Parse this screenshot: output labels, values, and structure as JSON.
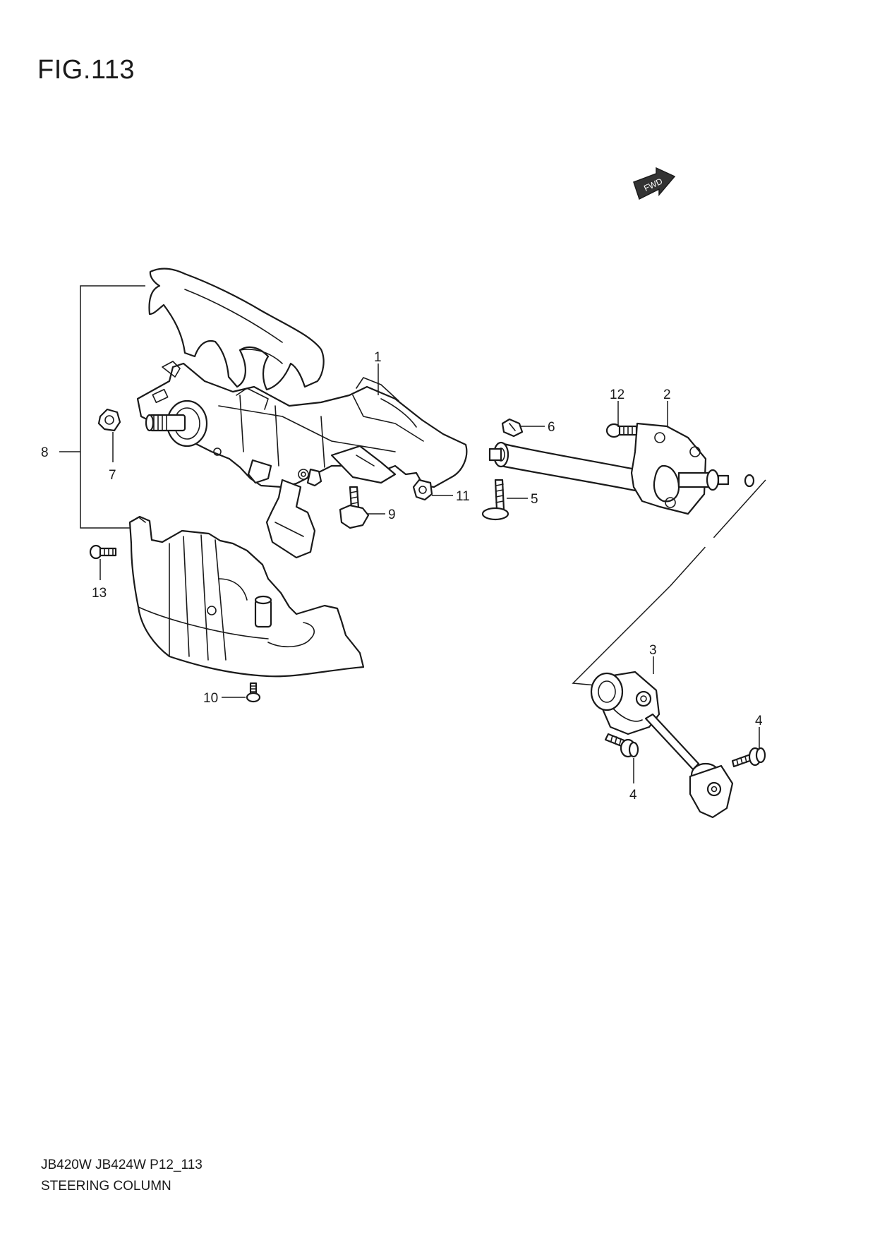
{
  "figure": {
    "title": "FIG.113",
    "footer_code": "JB420W JB424W P12_113",
    "footer_name": "STEERING COLUMN",
    "fwd_label": "FWD"
  },
  "callouts": [
    "1",
    "2",
    "3",
    "4",
    "4",
    "5",
    "6",
    "7",
    "8",
    "9",
    "10",
    "11",
    "12",
    "13"
  ],
  "colors": {
    "line": "#1a1a1a",
    "background": "#ffffff",
    "fwd_fill": "#333333"
  }
}
